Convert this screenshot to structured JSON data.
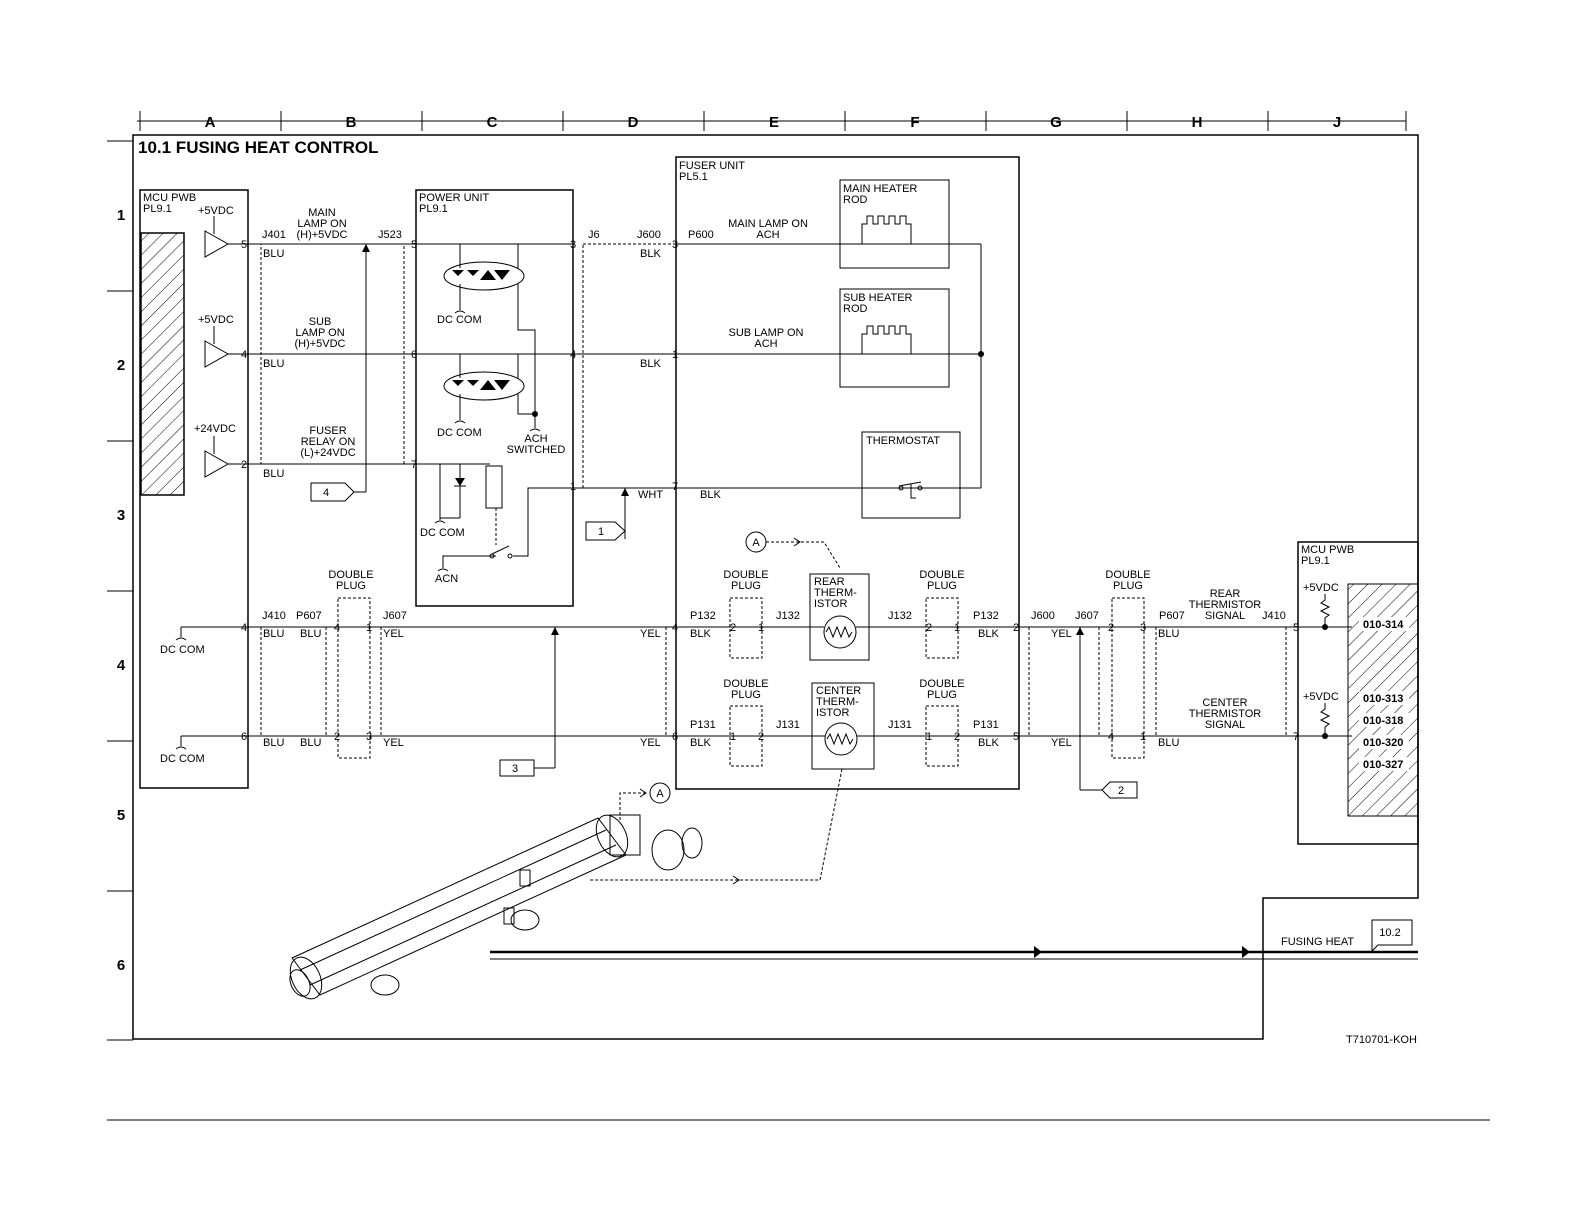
{
  "title": "10.1 FUSING HEAT CONTROL",
  "columns": [
    "A",
    "B",
    "C",
    "D",
    "E",
    "F",
    "G",
    "H",
    "J"
  ],
  "rows": [
    "1",
    "2",
    "3",
    "4",
    "5",
    "6"
  ],
  "mcu_left": {
    "name": "MCU PWB",
    "pl": "PL9.1",
    "v1": "+5VDC",
    "v2": "+5VDC",
    "v3": "+24VDC",
    "dc1": "DC COM",
    "dc2": "DC COM"
  },
  "power_unit": {
    "name": "POWER UNIT",
    "pl": "PL9.1",
    "dc1": "DC COM",
    "dc2": "DC COM",
    "dc3": "DC COM",
    "acn": "ACN",
    "ach": "ACH",
    "ach2": "SWITCHED"
  },
  "fuser_unit": {
    "name": "FUSER UNIT",
    "pl": "PL5.1",
    "main_heater_1": "MAIN HEATER",
    "main_heater_2": "ROD",
    "sub_heater_1": "SUB HEATER",
    "sub_heater_2": "ROD",
    "thermostat": "THERMOSTAT"
  },
  "signals": {
    "main_lamp_1": "MAIN",
    "main_lamp_2": "LAMP ON",
    "main_lamp_3": "(H)+5VDC",
    "sub_lamp_1": "SUB",
    "sub_lamp_2": "LAMP ON",
    "sub_lamp_3": "(H)+5VDC",
    "fuser_relay_1": "FUSER",
    "fuser_relay_2": "RELAY ON",
    "fuser_relay_3": "(L)+24VDC",
    "main_ach_1": "MAIN LAMP ON",
    "main_ach_2": "ACH",
    "sub_ach_1": "SUB LAMP ON",
    "sub_ach_2": "ACH",
    "rear_sig_1": "REAR",
    "rear_sig_2": "THERMISTOR",
    "rear_sig_3": "SIGNAL",
    "center_sig_1": "CENTER",
    "center_sig_2": "THERMISTOR",
    "center_sig_3": "SIGNAL"
  },
  "connectors": {
    "j401": "J401",
    "j523": "J523",
    "j6": "J6",
    "j600": "J600",
    "p600": "P600",
    "j410": "J410",
    "p607": "P607",
    "j607": "J607",
    "p132": "P132",
    "j132": "J132",
    "p131": "P131",
    "j131": "J131",
    "j600b": "J600",
    "j607b": "J607",
    "p607b": "P607",
    "j410b": "J410"
  },
  "wires": {
    "blu": "BLU",
    "blk": "BLK",
    "wht": "WHT",
    "yel": "YEL"
  },
  "pins": {
    "p1": "1",
    "p2": "2",
    "p3": "3",
    "p4": "4",
    "p5": "5",
    "p6": "6",
    "p7": "7"
  },
  "double_plug": {
    "l1": "DOUBLE",
    "l2": "PLUG"
  },
  "rear_thermistor": {
    "l1": "REAR",
    "l2": "THERM-",
    "l3": "ISTOR"
  },
  "center_thermistor": {
    "l1": "CENTER",
    "l2": "THERM-",
    "l3": "ISTOR"
  },
  "mcu_right": {
    "name": "MCU PWB",
    "pl": "PL9.1",
    "v1": "+5VDC",
    "v2": "+5VDC",
    "codes": [
      "010-314",
      "010-313",
      "010-318",
      "010-320",
      "010-327"
    ]
  },
  "refs": {
    "r1": "1",
    "r2": "2",
    "r3": "3",
    "r4": "4",
    "ra": "A",
    "rb": "A"
  },
  "fusing_heat": {
    "label": "FUSING HEAT",
    "ref": "10.2"
  },
  "figure_id": "T710701-KOH"
}
